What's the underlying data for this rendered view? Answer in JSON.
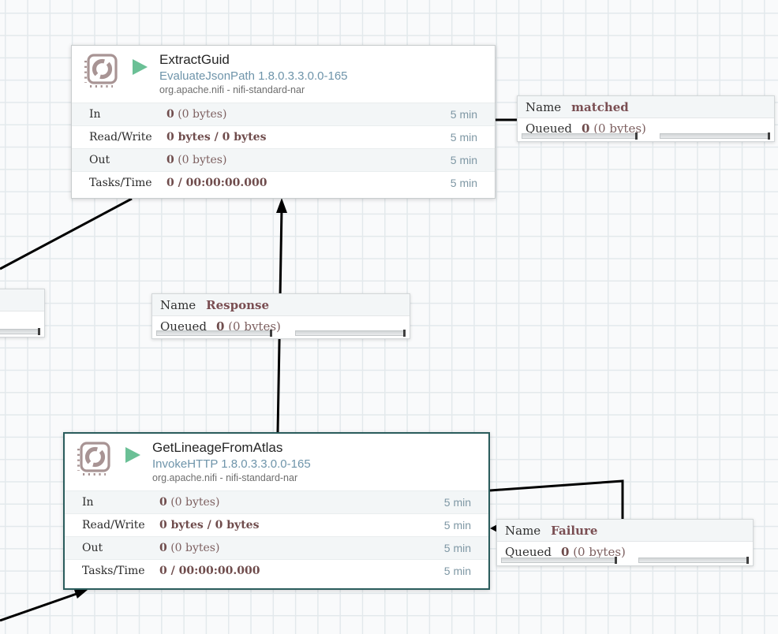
{
  "app": "nifi-flow-canvas",
  "canvas": {
    "background": "#f9fafb",
    "grid_line_color": "#e3e9ec",
    "selection_border_color": "#2a5c5c",
    "connection_line_color": "#000000",
    "run_state_color": "#6bc096",
    "processor_icon_color": "#a89494",
    "stat_value_color": "#6f4c4c",
    "stat_time_color": "#7e97a4"
  },
  "processors": [
    {
      "name": "ExtractGuid",
      "type": "EvaluateJsonPath 1.8.0.3.3.0.0-165",
      "bundle": "org.apache.nifi - nifi-standard-nar",
      "state": "running",
      "selected": false,
      "stats": [
        {
          "label": "In",
          "value_bold": "0",
          "value_rest": " (0 bytes)",
          "time": "5 min"
        },
        {
          "label": "Read/Write",
          "value_bold": "0 bytes / 0 bytes",
          "value_rest": "",
          "time": "5 min"
        },
        {
          "label": "Out",
          "value_bold": "0",
          "value_rest": " (0 bytes)",
          "time": "5 min"
        },
        {
          "label": "Tasks/Time",
          "value_bold": "0 / 00:00:00.000",
          "value_rest": "",
          "time": "5 min"
        }
      ]
    },
    {
      "name": "GetLineageFromAtlas",
      "type": "InvokeHTTP 1.8.0.3.3.0.0-165",
      "bundle": "org.apache.nifi - nifi-standard-nar",
      "state": "running",
      "selected": true,
      "stats": [
        {
          "label": "In",
          "value_bold": "0",
          "value_rest": " (0 bytes)",
          "time": "5 min"
        },
        {
          "label": "Read/Write",
          "value_bold": "0 bytes / 0 bytes",
          "value_rest": "",
          "time": "5 min"
        },
        {
          "label": "Out",
          "value_bold": "0",
          "value_rest": " (0 bytes)",
          "time": "5 min"
        },
        {
          "label": "Tasks/Time",
          "value_bold": "0 / 00:00:00.000",
          "value_rest": "",
          "time": "5 min"
        }
      ]
    }
  ],
  "connections": [
    {
      "name_label": "Name",
      "name_value": "matched",
      "queued_label": "Queued",
      "queued_bold": "0",
      "queued_rest": " (0 bytes)"
    },
    {
      "name_label": "Name",
      "name_value": "Response",
      "queued_label": "Queued",
      "queued_bold": "0",
      "queued_rest": " (0 bytes)"
    },
    {
      "name_label": "Name",
      "name_value": "Failure",
      "queued_label": "Queued",
      "queued_bold": "0",
      "queued_rest": " (0 bytes)"
    }
  ]
}
